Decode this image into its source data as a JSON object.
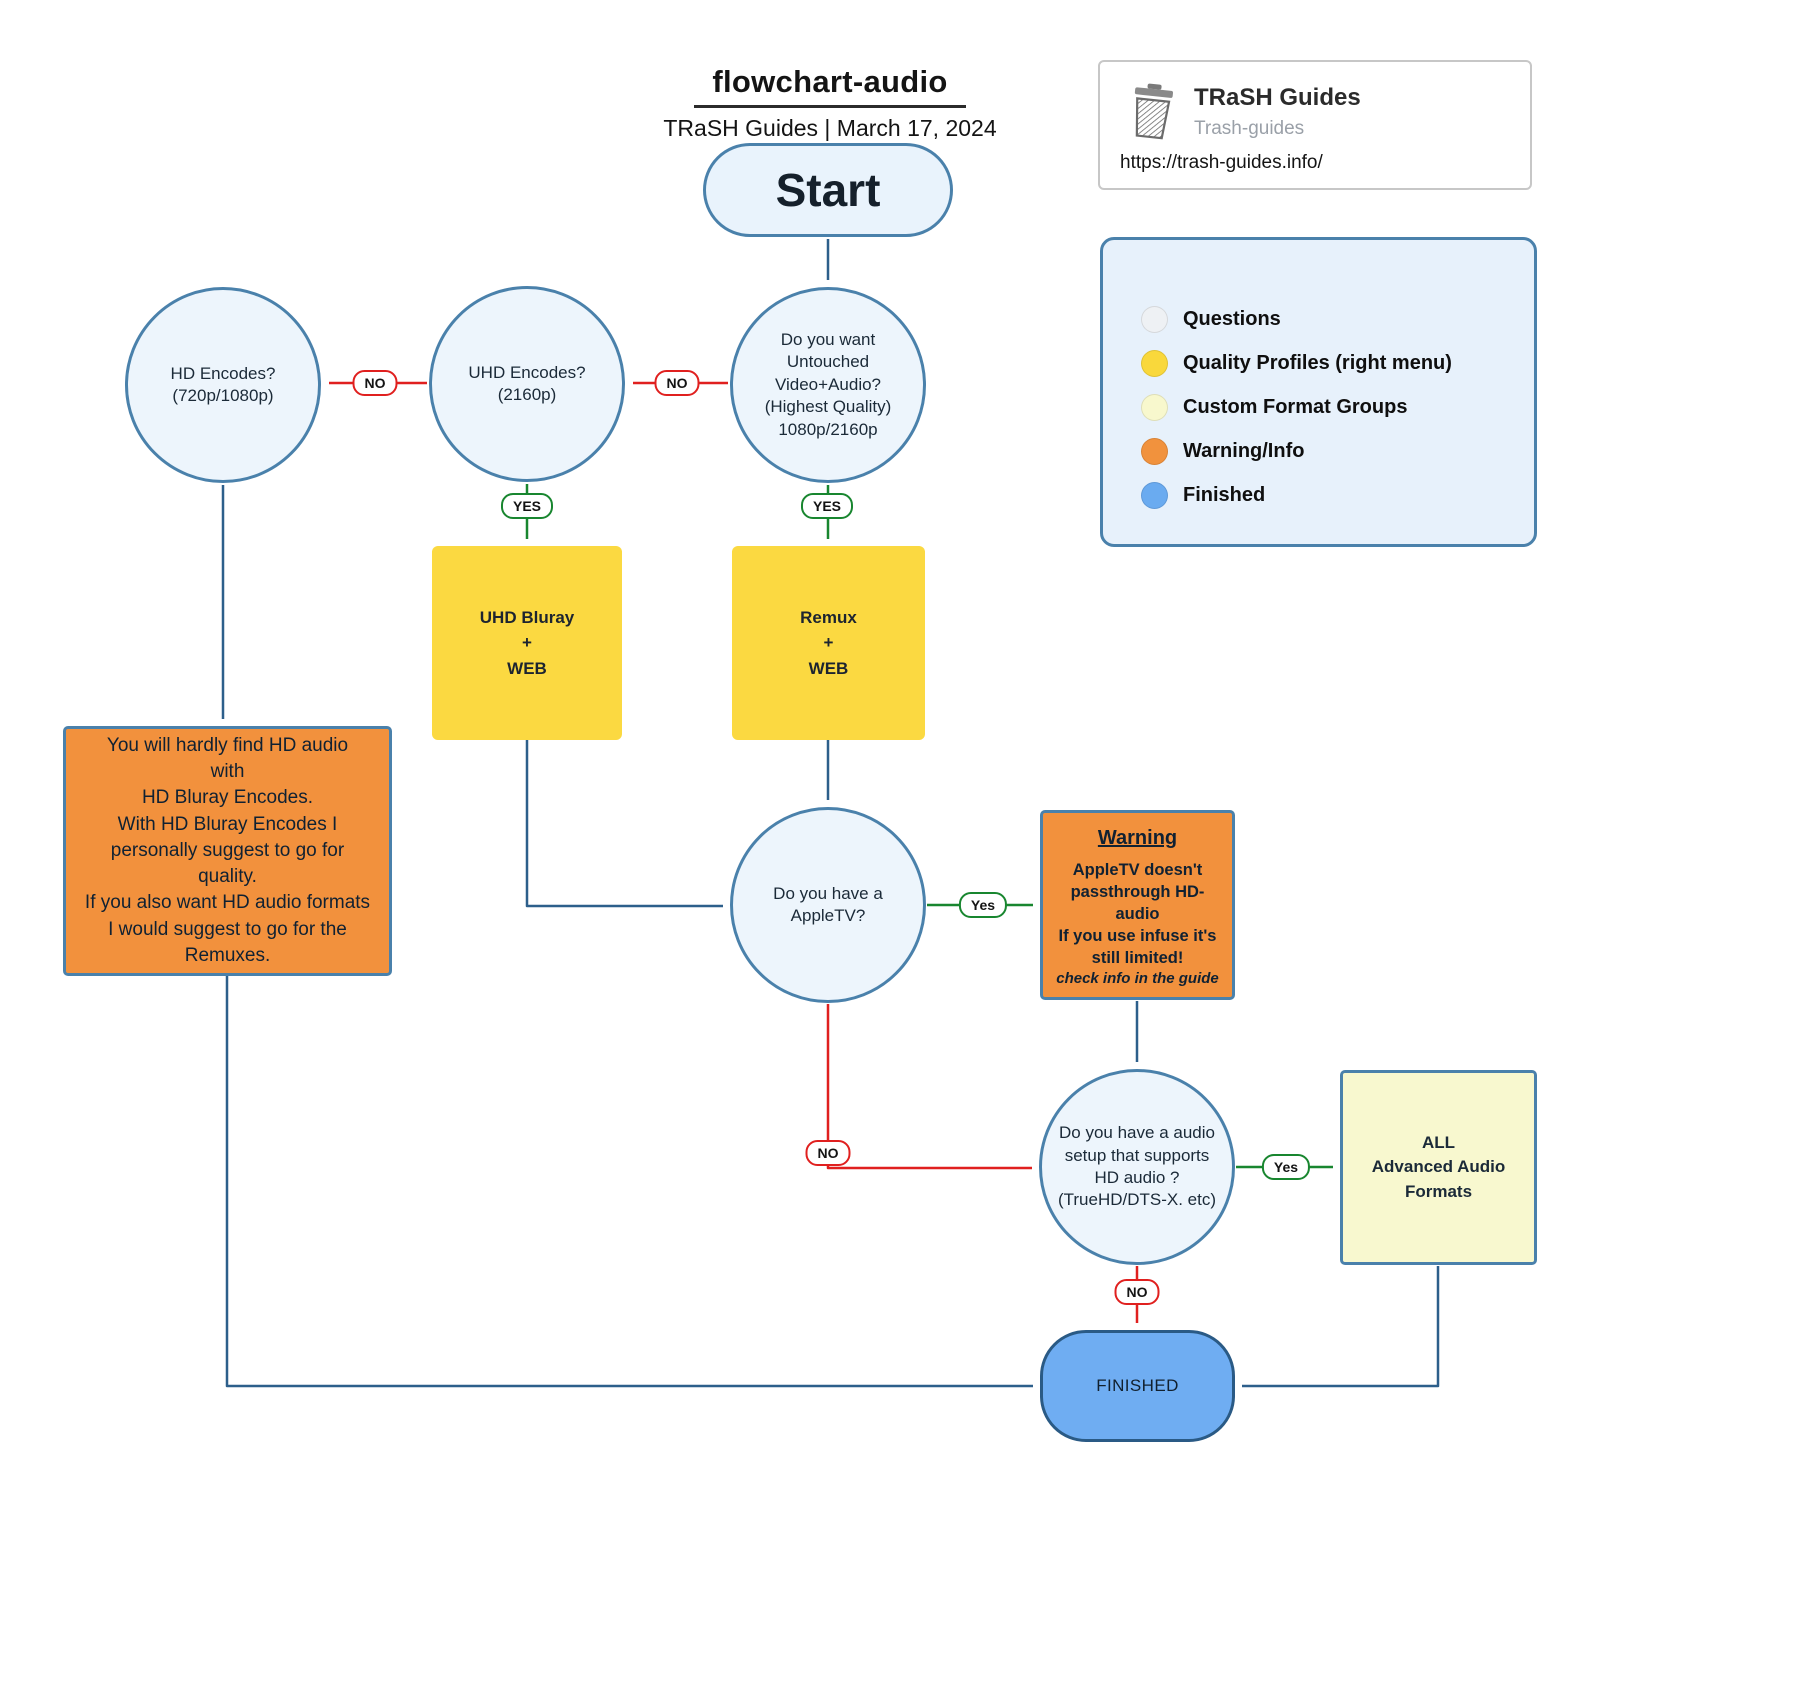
{
  "header": {
    "title": "flowchart-audio",
    "subtitle": "TRaSH Guides  |  March 17, 2024"
  },
  "brand_card": {
    "title": "TRaSH Guides",
    "subtitle": "Trash-guides",
    "url": "https://trash-guides.info/"
  },
  "legend": {
    "items": [
      {
        "label": "Questions",
        "color": "#eef1f4"
      },
      {
        "label": "Quality Profiles (right menu)",
        "color": "#f9d83b"
      },
      {
        "label": "Custom Format Groups",
        "color": "#f8f8cd"
      },
      {
        "label": "Warning/Info",
        "color": "#f1923d"
      },
      {
        "label": "Finished",
        "color": "#6aabf0"
      }
    ]
  },
  "nodes": {
    "start": "Start",
    "q_untouched": "Do you want\nUntouched\nVideo+Audio?\n(Highest Quality)\n1080p/2160p",
    "q_uhd": "UHD Encodes?\n(2160p)",
    "q_hd": "HD Encodes?\n(720p/1080p)",
    "uhd_bluray_web": "UHD Bluray\n+\nWEB",
    "remux_web": "Remux\n+\nWEB",
    "hd_audio_note": "You will hardly find HD  audio\nwith\nHD Bluray Encodes.\nWith HD Bluray Encodes I\npersonally suggest to go for\nquality.\nIf you also want HD audio formats\nI would suggest to go for the\nRemuxes.",
    "q_appletv": "Do you have a\nAppleTV?",
    "warning_title": "Warning",
    "warning_body": "AppleTV doesn't\npassthrough HD-audio\nIf you use infuse it's\nstill limited!",
    "warning_note": "check info in the guide",
    "q_hd_audio": "Do you have a audio\nsetup that supports\nHD audio ?\n(TrueHD/DTS-X. etc)",
    "all_advanced": "ALL\nAdvanced Audio\nFormats",
    "finished": "FINISHED"
  },
  "edge_labels": {
    "untouched_no": "NO",
    "uhd_no": "NO",
    "uhd_yes": "YES",
    "untouched_yes": "YES",
    "appletv_yes": "Yes",
    "appletv_no": "NO",
    "audio_yes": "Yes",
    "audio_no": "NO"
  },
  "colors": {
    "question_fill": "#edf5fc",
    "node_border_blue": "#4a81ab",
    "edge_blue": "#2d5f8b",
    "edge_red": "#e0201f",
    "edge_green": "#18862f",
    "quality_profile_yellow": "#fbd941",
    "custom_format_pale": "#f8f8cf",
    "warning_orange": "#f2913d",
    "finished_blue": "#6fadf2"
  }
}
